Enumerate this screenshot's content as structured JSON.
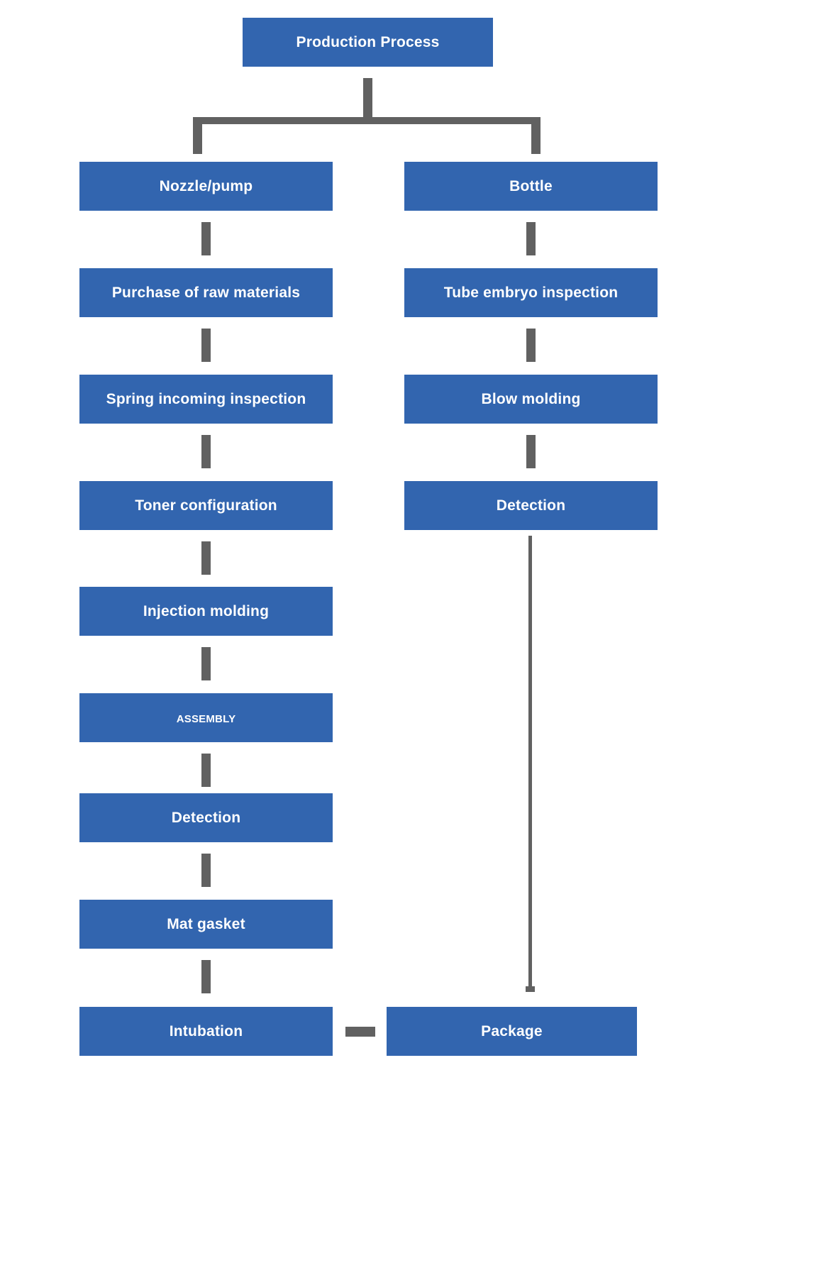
{
  "diagram": {
    "title": "Production Process",
    "type": "flowchart",
    "orientation": "top-down",
    "colors": {
      "node_fill": "#3265af",
      "node_text": "#ffffff",
      "connector": "#616161",
      "background": "#ffffff"
    },
    "root": {
      "label": "Production Process"
    },
    "branches": [
      {
        "name": "nozzle-pump",
        "header": "Nozzle/pump",
        "steps": [
          "Purchase of raw materials",
          "Spring incoming inspection",
          "Toner configuration",
          "Injection molding",
          "Assembly",
          "Detection",
          "Mat gasket",
          "Intubation"
        ]
      },
      {
        "name": "bottle",
        "header": "Bottle",
        "steps": [
          "Tube embryo inspection",
          "Blow molding",
          "Detection"
        ]
      }
    ],
    "terminal": {
      "label": "Package"
    }
  }
}
